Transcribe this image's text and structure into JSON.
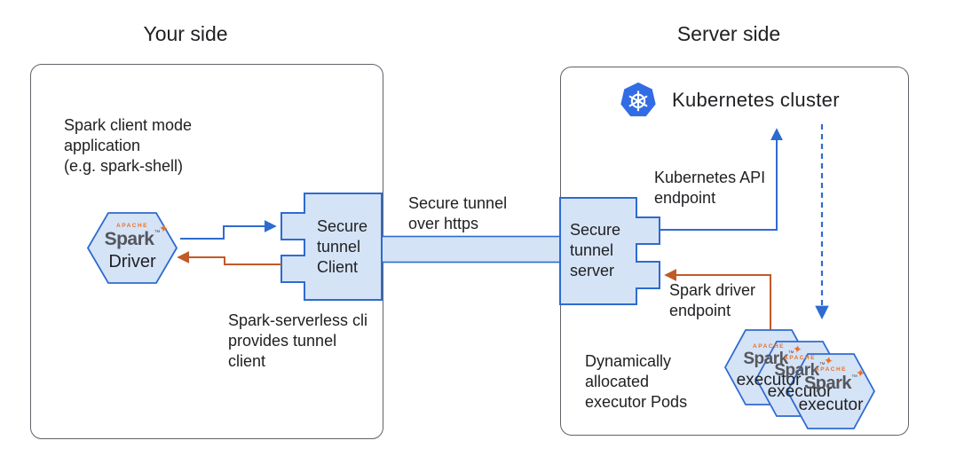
{
  "titles": {
    "your_side": "Your side",
    "server_side": "Server side"
  },
  "your_side": {
    "app_description": "Spark client mode\napplication\n(e.g. spark-shell)",
    "driver_label": "Driver",
    "tunnel_client_label": "Secure\ntunnel\nClient",
    "cli_note": "Spark-serverless cli\nprovides tunnel\nclient"
  },
  "tunnel": {
    "label": "Secure tunnel\nover https"
  },
  "server_side": {
    "cluster_label": "Kubernetes cluster",
    "tunnel_server_label": "Secure\ntunnel\nserver",
    "k8s_api_label": "Kubernetes API\nendpoint",
    "driver_endpoint_label": "Spark driver\nendpoint",
    "pods_note": "Dynamically\nallocated\nexecutor Pods",
    "executor_label": "executor"
  },
  "spark_logo": {
    "apache": "APACHE",
    "word": "Spark",
    "star_glyph": "✦",
    "tm": "™"
  },
  "icons": {
    "kubernetes": "kubernetes-helm-wheel-icon",
    "spark": "apache-spark-star-icon"
  },
  "colors": {
    "accent_blue": "#2e6bd0",
    "light_blue_fill": "#d5e3f6",
    "orange": "#c05a28",
    "kubernetes_blue": "#326ce5",
    "border_gray": "#5f6368",
    "text": "#202124"
  }
}
